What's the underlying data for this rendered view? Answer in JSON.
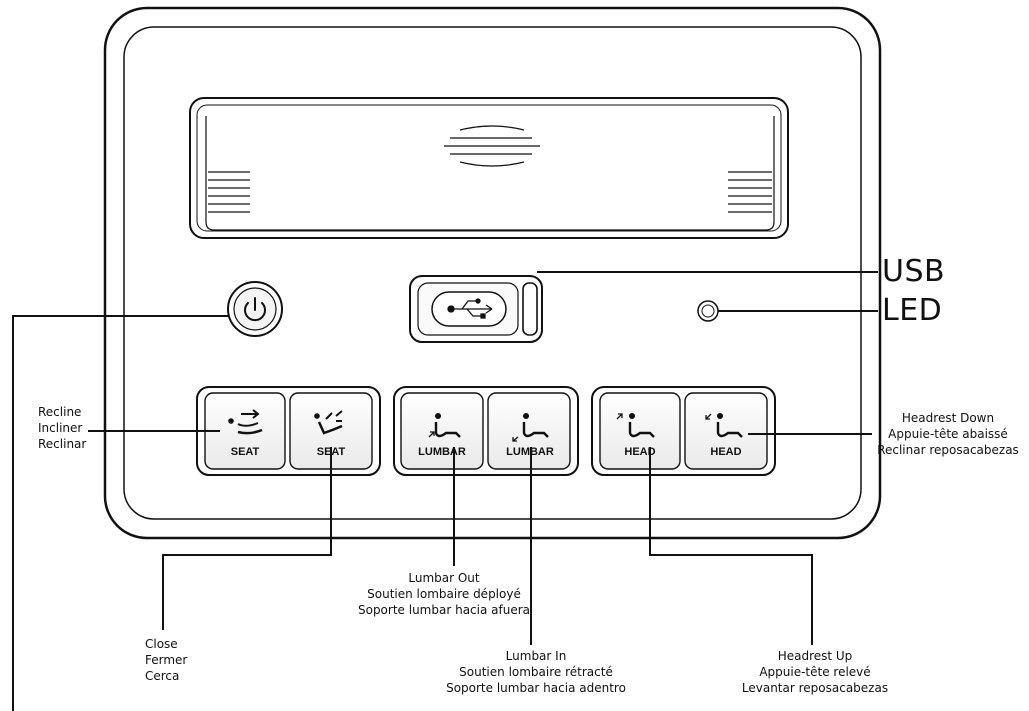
{
  "buttons": [
    {
      "caption": "SEAT",
      "icon": "seat-recline-icon"
    },
    {
      "caption": "SEAT",
      "icon": "seat-close-icon"
    },
    {
      "caption": "LUMBAR",
      "icon": "lumbar-out-icon"
    },
    {
      "caption": "LUMBAR",
      "icon": "lumbar-in-icon"
    },
    {
      "caption": "HEAD",
      "icon": "headrest-up-icon"
    },
    {
      "caption": "HEAD",
      "icon": "headrest-down-icon"
    }
  ],
  "callouts": {
    "usb": "USB",
    "led": "LED",
    "recline": [
      "Recline",
      "Incliner",
      "Reclinar"
    ],
    "close": [
      "Close",
      "Fermer",
      "Cerca"
    ],
    "lumbar_out": [
      "Lumbar Out",
      "Soutien lombaire déployé",
      "Soporte lumbar hacia afuera"
    ],
    "lumbar_in": [
      "Lumbar In",
      "Soutien lombaire rétracté",
      "Soporte lumbar hacia adentro"
    ],
    "headrest_down": [
      "Headrest Down",
      "Appuie-tête abaissé",
      "Reclinar reposacabezas"
    ],
    "headrest_up": [
      "Headrest Up",
      "Appuie-tête relevé",
      "Levantar reposacabezas"
    ]
  },
  "icons": [
    "power-icon",
    "usb-icon",
    "led-indicator-icon"
  ],
  "colors": {
    "line": "#111111",
    "panel_fill": "#ffffff"
  }
}
